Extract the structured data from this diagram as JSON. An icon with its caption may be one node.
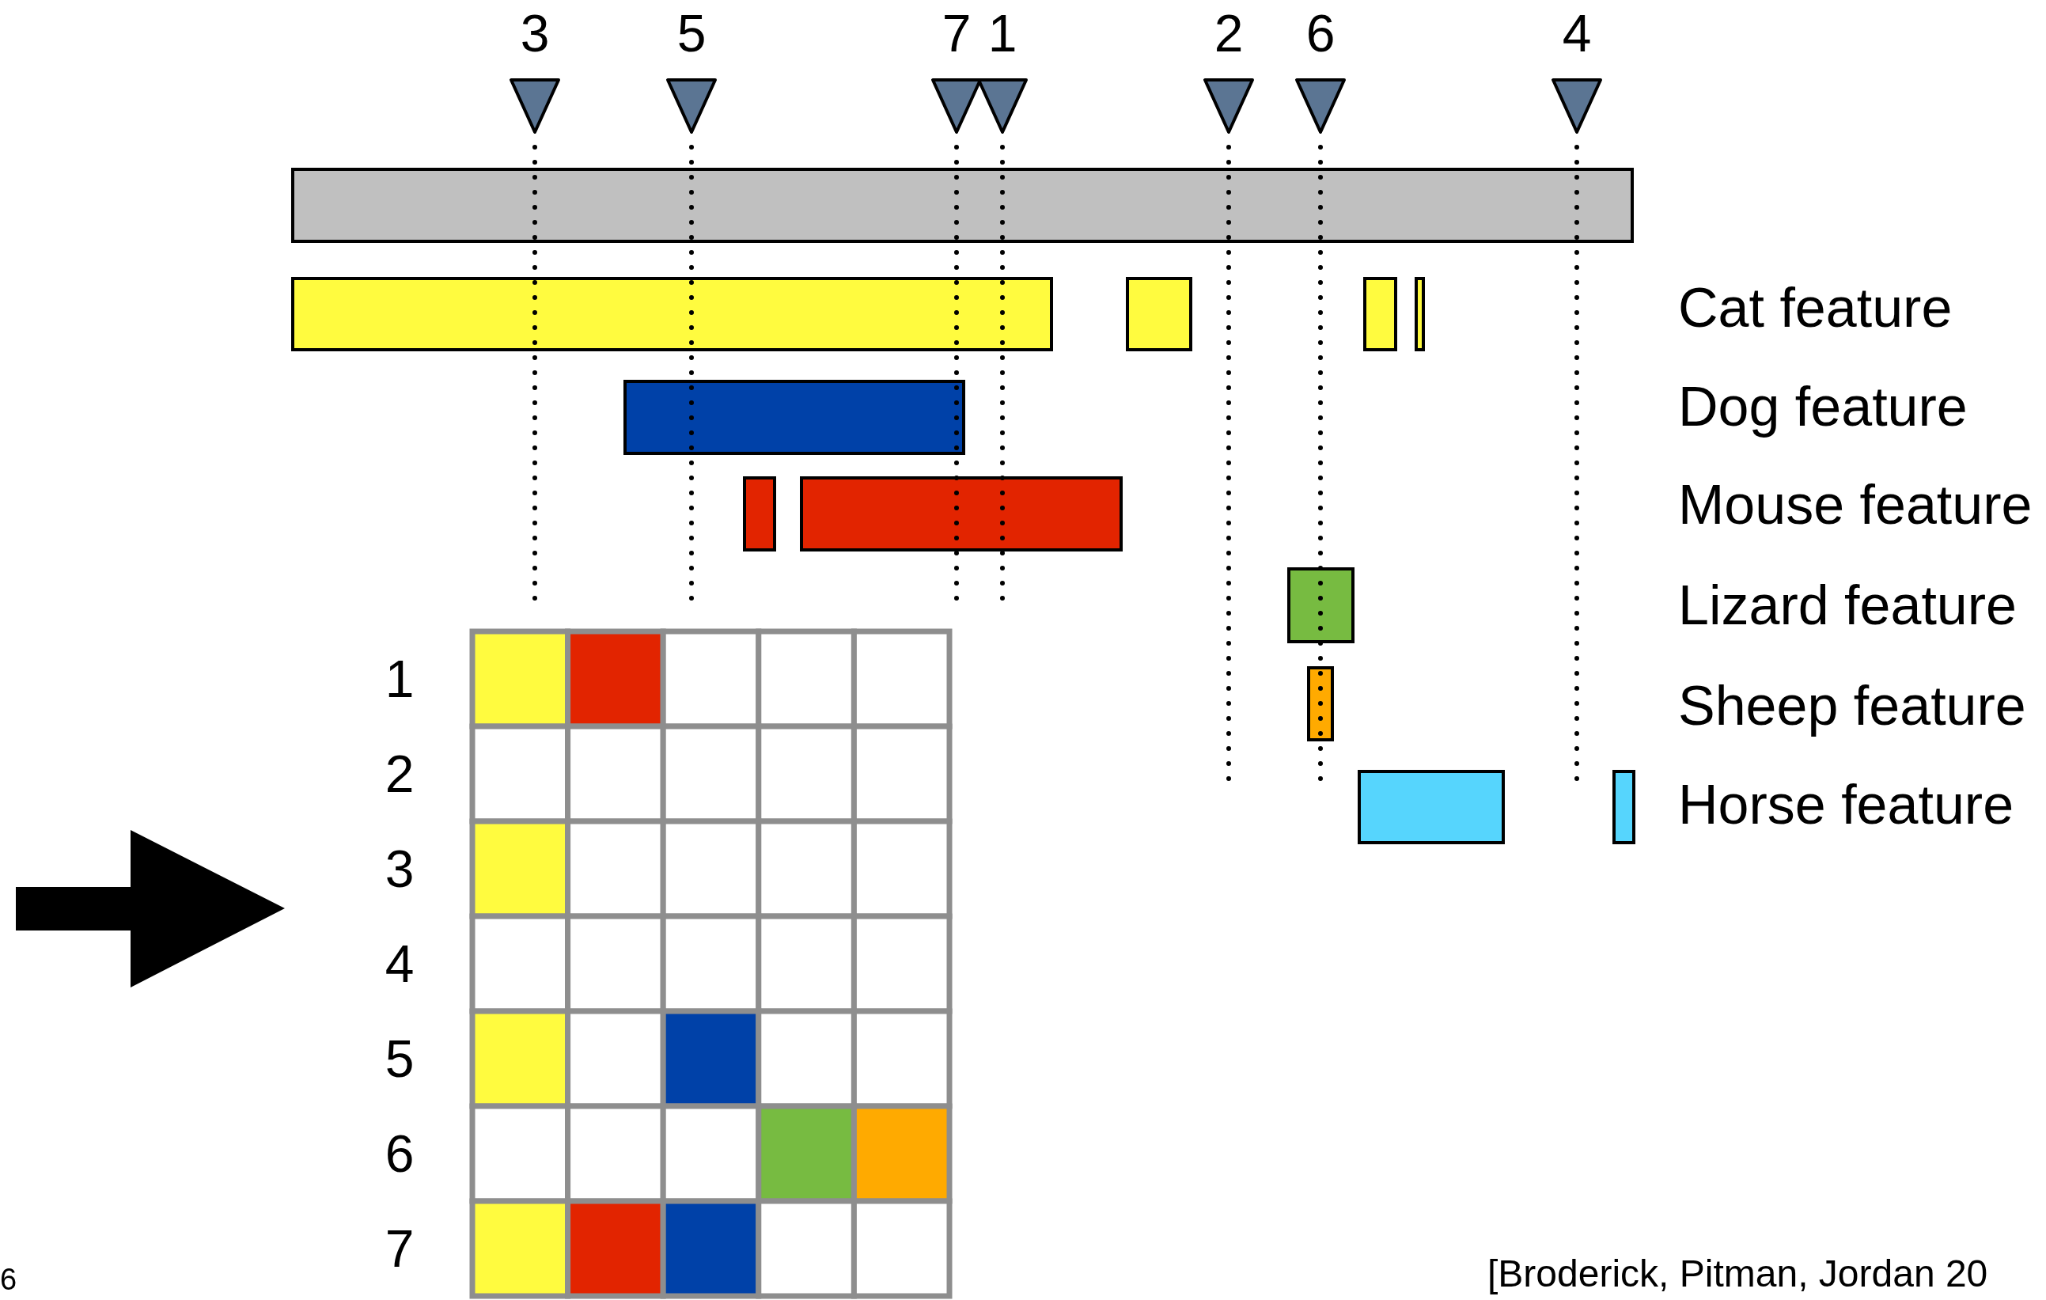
{
  "diagram": {
    "labels": [
      "3",
      "5",
      "7",
      "1",
      "2",
      "6",
      "4",
      "Cat feature",
      "Dog feature",
      "Mouse feature",
      "Lizard feature",
      "Sheep feature",
      "Horse feature",
      "1",
      "2",
      "3",
      "4",
      "5",
      "6",
      "7",
      "6",
      "[Broderick, Pitman, Jordan 20"
    ]
  }
}
